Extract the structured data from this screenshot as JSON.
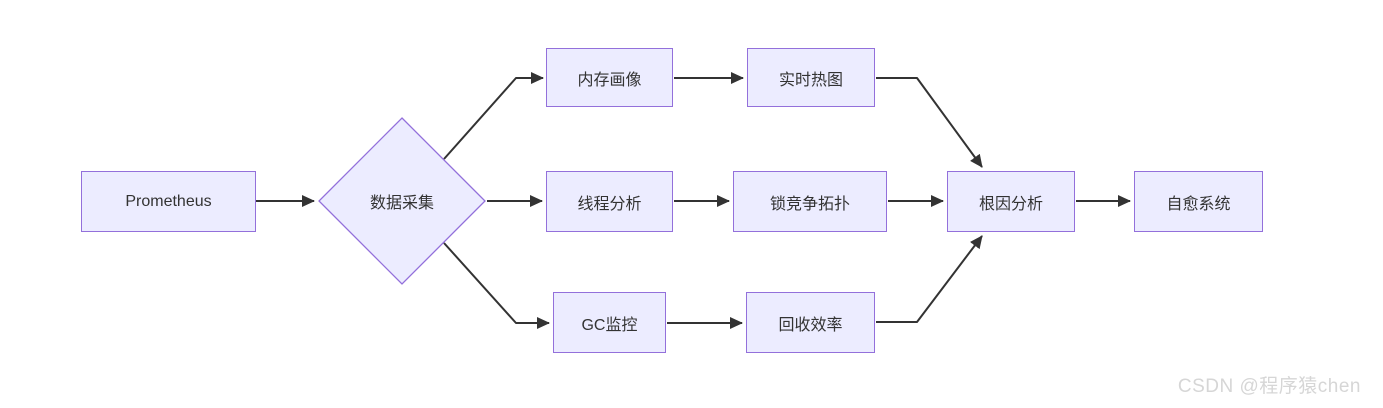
{
  "diagram": {
    "type": "flowchart",
    "direction": "left-to-right"
  },
  "nodes": [
    {
      "id": "prometheus",
      "label": "Prometheus",
      "shape": "rectangle"
    },
    {
      "id": "data_collection",
      "label": "数据采集",
      "shape": "diamond"
    },
    {
      "id": "memory_profile",
      "label": "内存画像",
      "shape": "rectangle"
    },
    {
      "id": "realtime_heatmap",
      "label": "实时热图",
      "shape": "rectangle"
    },
    {
      "id": "thread_analysis",
      "label": "线程分析",
      "shape": "rectangle"
    },
    {
      "id": "lock_contention_topology",
      "label": "锁竞争拓扑",
      "shape": "rectangle"
    },
    {
      "id": "gc_monitoring",
      "label": "GC监控",
      "shape": "rectangle"
    },
    {
      "id": "recycle_efficiency",
      "label": "回收效率",
      "shape": "rectangle"
    },
    {
      "id": "root_cause_analysis",
      "label": "根因分析",
      "shape": "rectangle"
    },
    {
      "id": "self_healing_system",
      "label": "自愈系统",
      "shape": "rectangle"
    }
  ],
  "edges": [
    {
      "from": "prometheus",
      "to": "data_collection"
    },
    {
      "from": "data_collection",
      "to": "memory_profile"
    },
    {
      "from": "data_collection",
      "to": "thread_analysis"
    },
    {
      "from": "data_collection",
      "to": "gc_monitoring"
    },
    {
      "from": "memory_profile",
      "to": "realtime_heatmap"
    },
    {
      "from": "thread_analysis",
      "to": "lock_contention_topology"
    },
    {
      "from": "gc_monitoring",
      "to": "recycle_efficiency"
    },
    {
      "from": "realtime_heatmap",
      "to": "root_cause_analysis"
    },
    {
      "from": "lock_contention_topology",
      "to": "root_cause_analysis"
    },
    {
      "from": "recycle_efficiency",
      "to": "root_cause_analysis"
    },
    {
      "from": "root_cause_analysis",
      "to": "self_healing_system"
    }
  ],
  "watermark": {
    "text": "CSDN @程序猿chen"
  },
  "colors": {
    "node_fill": "#ECECFF",
    "node_border": "#9370DB",
    "edge": "#333333",
    "text": "#333333",
    "watermark": "#D6D6D6",
    "background": "#FFFFFF"
  }
}
